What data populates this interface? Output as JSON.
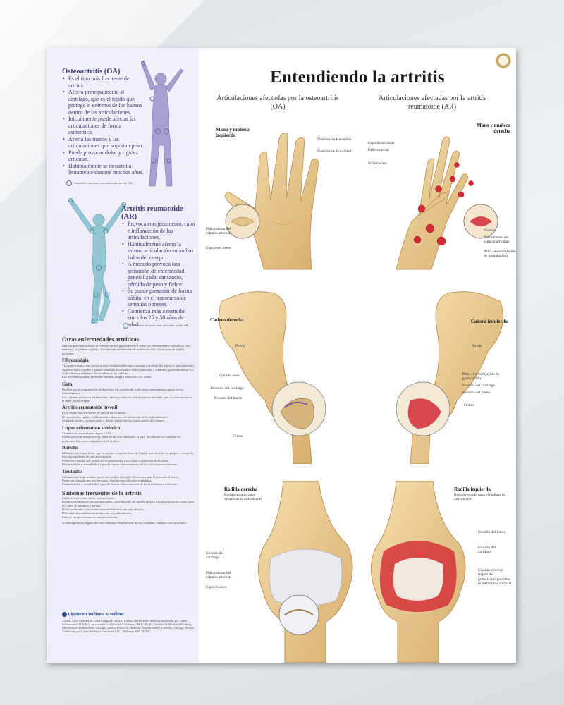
{
  "poster": {
    "title": "Entendiendo la artritis",
    "oa": {
      "heading": "Osteoartritis (OA)",
      "bullets": [
        "Es el tipo más frecuente de artritis.",
        "Afecta principalmente al cartílago, que es el tejido que protege el extremo de los huesos dentro de las articulaciones.",
        "Inicialmente puede afectar las articulaciones de forma asimétrica.",
        "Afecta las manos y las articulaciones que soportan peso.",
        "Puede provocar dolor y rigidez articular.",
        "Habitualmente se desarrolla lentamente durante muchos años."
      ],
      "legend": "= identifica las áreas más afectadas por la OA."
    },
    "ar": {
      "heading": "Artritis reumatoide (AR)",
      "bullets": [
        "Provoca enrojecimiento, calor e inflamación de las articulaciones.",
        "Habitualmente afecta la misma articulación en ambos lados del cuerpo.",
        "A menudo provoca una sensación de enfermedad generalizada, cansancio, pérdida de peso y fiebre.",
        "Se puede presentar de forma súbita, en el transcurso de semanas o meses.",
        "Comienza más a menudo entre los 25 y 50 años de edad."
      ],
      "legend": "= identifica las áreas más afectadas por la AR."
    },
    "other": {
      "heading": "Otras enfermedades artríticas",
      "intro": "Muchas personas utilizan el término artritis para referirse a todas las enfermedades reumáticas. Sin embargo, la palabra significa literalmente inflamación de la articulación. Otros tipos de artritis incluyen:",
      "diseases": [
        {
          "name": "Fibromialgia",
          "items": [
            "Trastorno crónico que provoca dolor en los tejidos que soportan y mueven los huesos y articulaciones.",
            "Aparece dolor, rigidez y puntos sensibles localizados en los músculos y tendones, particularmente los de la columna vertebral, los hombros y las caderas.",
            "Los pacientes pueden presentar también fatiga y trastornos del sueño."
          ]
        },
        {
          "name": "Gota",
          "items": [
            "Resulta por la acumulación de depósitos de cristales de ácido úrico semejantes a agujas en las articulaciones.",
            "Los cristales provocan inflamación, edema y dolor en la articulación afectada, que con frecuencia es el dedo gordo del pie."
          ]
        },
        {
          "name": "Artritis reumatoide juvenil",
          "items": [
            "Es la forma más frecuente de artritis en los niños.",
            "Provoca dolor, rigidez, inflamación y deterioro de la función de las articulaciones.",
            "Se puede asociar con urticarias o fiebre; puede afectar varias partes del cuerpo."
          ]
        },
        {
          "name": "Lupus eritematoso sistémico",
          "items": [
            "También se conoce como lupus o LES.",
            "Puede provocar inflamación y daño de las articulaciones, la piel, los riñones, el corazón, los pulmones, los vasos sanguíneos y el cerebro."
          ]
        },
        {
          "name": "Bursitis",
          "items": [
            "Inflamación de una bolsa, que es un saco pequeño lleno de líquido que absorbe los golpes y reduce la fricción alrededor de una articulación.",
            "Puede ser causada por artritis en la articulación o por daño o infección de la bolsa.",
            "Produce dolor y sensibilidad y puede limitar el movimiento de las articulaciones vecinas."
          ]
        },
        {
          "name": "Tendinitis",
          "items": [
            "Inflamación de un tendón, que es un cordón de tejido fibroso que une el músculo al hueso.",
            "Puede ser causado por uso excesivo, lesión o una afección reumática.",
            "Produce dolor y sensibilidad y puede limitar el movimiento de las articulaciones vecinas."
          ]
        }
      ]
    },
    "symptoms": {
      "heading": "Síntomas frecuentes de la artritis",
      "items": [
        "Inflamación en una o más articulaciones.",
        "Rigidez alrededor de las articulaciones, cada episodio de rigidez para la AR dura una hora o más, para OA dura 30 minutos o menos.",
        "Dolor constante o recurrente o sensibilidad en una articulación.",
        "Dificultad para utilizar normalmente una articulación.",
        "Calor y enrojecimiento en una articulación."
      ],
      "footnote": "Si usted presenta alguno de estos síntomas durante más de dos semanas, consulte con su médico."
    },
    "publisher": "Lippincott Williams & Wilkins",
    "copyright": "©2004, 2006 Anatomical Chart Company, Skokie, Illinois. Ilustraciones médicas publicadas por Dawn Scheuerman, M.A.M.S. en consulta con Thomas J. Schnitzer, M.D., Ph.D., Facultad de Medicina Feinberg, Universidad Northwestern, Chicago, Illinois-School of Medicine, Northwestern University, Chicago, Illinois. Traducción por Latino Medica Consultants LLC., Bellevue, WA. EE.UU.",
    "oa_panel": "Articulaciones afectadas por la osteoartritis (OA)",
    "ar_panel": "Articulaciones afectadas por la artritis reumatoide (AR)",
    "hands": {
      "left_title": "Mano y muñeca izquierda",
      "right_title": "Mano y muñeca derecha",
      "oa_labels": [
        "Nódulos de Heberden",
        "Nódulos de Bouchard",
        "Pinzamiento del espacio articular",
        "Espolones óseos"
      ],
      "ar_labels": [
        "Cápsula articular",
        "Paño sinovial",
        "Inflamación",
        "Erosión",
        "Pinzamiento del espacio articular",
        "Paño sinovial (tejido de granulación)"
      ]
    },
    "hips": {
      "left_title": "Cadera derecha",
      "right_title": "Cadera izquierda",
      "oa_labels": [
        "Pelvis",
        "Espolón óseo",
        "Erosión del cartílago",
        "Erosión del hueso",
        "Fémur"
      ],
      "ar_labels": [
        "Pelvis",
        "Paño sinovial (tejido de granulación)",
        "Erosión del cartílago",
        "Erosión del hueso",
        "Fémur"
      ]
    },
    "knees": {
      "left_title": "Rodilla derecha",
      "left_sub": "Rótula retraída para visualizar la articulación",
      "right_title": "Rodilla izquierda",
      "right_sub": "Rótula retraída para visualizar la articulación",
      "oa_labels": [
        "Erosión del cartílago",
        "Pinzamiento del espacio articular",
        "Espolón óseo"
      ],
      "ar_labels": [
        "Erosión del hueso",
        "Erosión del cartílago",
        "El paño sinovial (tejido de granulación) recubre la membrana sinovial"
      ]
    },
    "colors": {
      "bone": "#e8c98f",
      "bone_dark": "#b98a4c",
      "inflammation": "#d22a35",
      "oa_figure": "#9f95c9",
      "ar_figure": "#8ec2cf",
      "text_heading": "#3b3b6e"
    }
  }
}
